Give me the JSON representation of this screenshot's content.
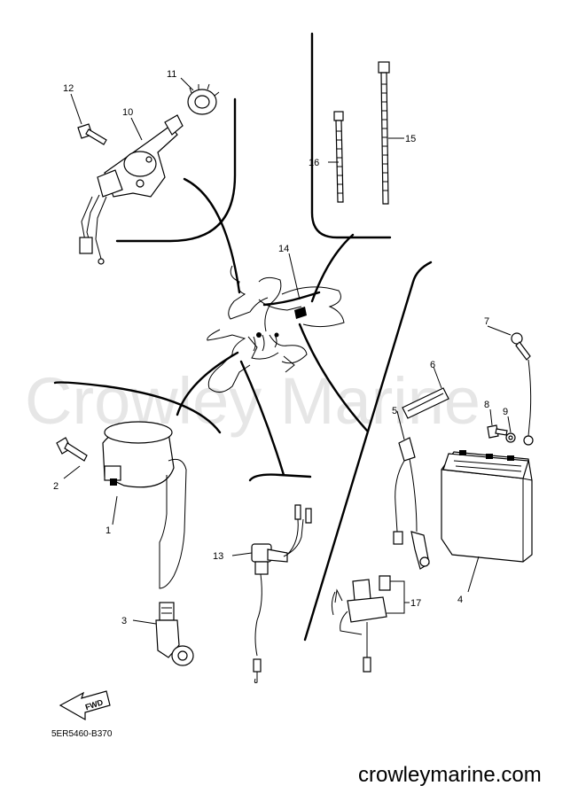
{
  "watermark": "Crowley Marine",
  "site_url": "crowleymarine.com",
  "diagram_code": "5ER5460-B370",
  "fwd_arrow_text": "FWD",
  "callouts": {
    "c1": "1",
    "c2": "2",
    "c3": "3",
    "c4": "4",
    "c5": "5",
    "c6": "6",
    "c7": "7",
    "c8": "8",
    "c9": "9",
    "c10": "10",
    "c11": "11",
    "c12": "12",
    "c13": "13",
    "c14": "14",
    "c15": "15",
    "c16": "16",
    "c17": "17"
  }
}
